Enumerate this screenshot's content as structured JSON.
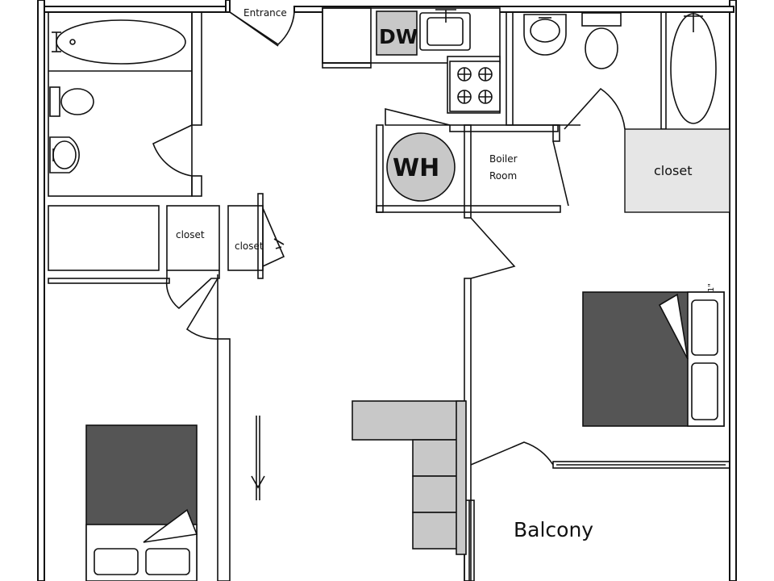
{
  "labels": {
    "entrance": "Entrance",
    "dishwasher": "DW",
    "water_heater": "WH",
    "boiler_room_line1": "Boiler",
    "boiler_room_line2": "Room",
    "closet_right": "closet",
    "closet_left_a": "closet",
    "closet_left_b": "closet",
    "balcony": "Balcony",
    "dimension_note": "1\""
  }
}
